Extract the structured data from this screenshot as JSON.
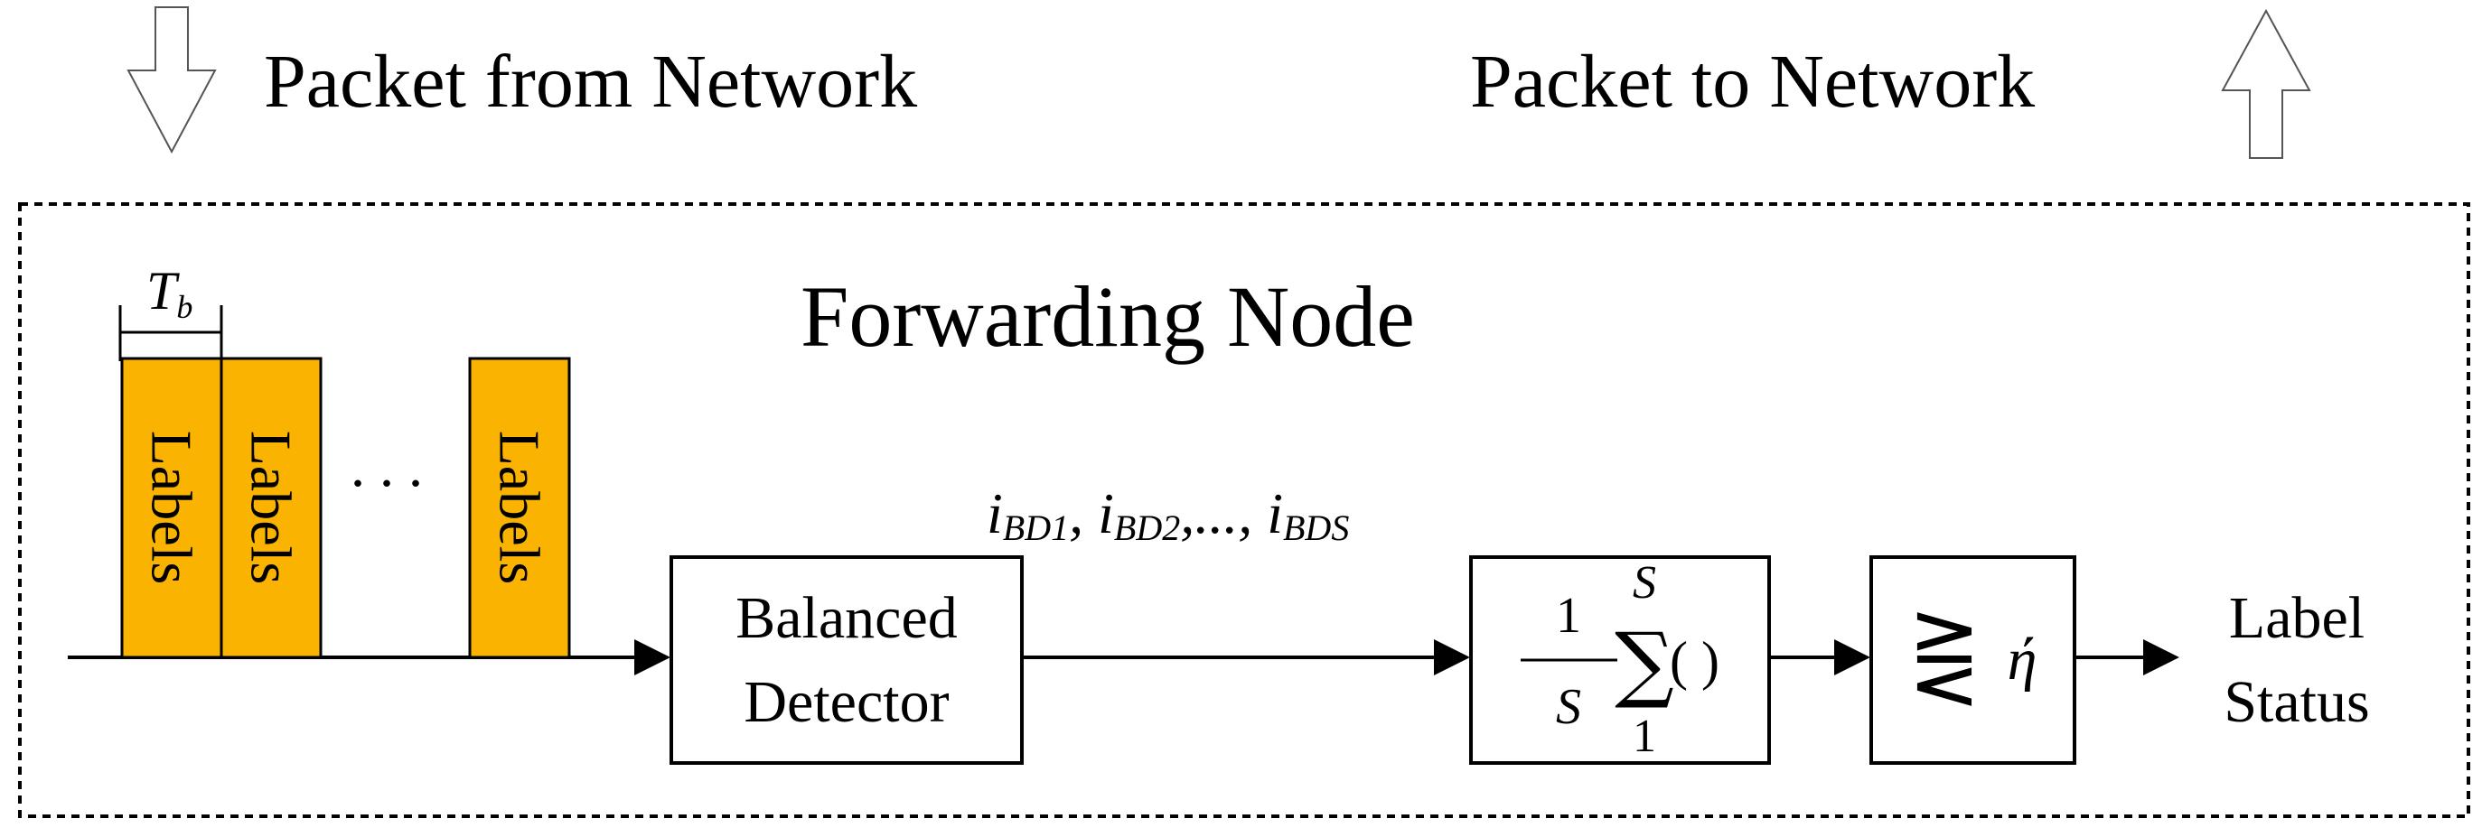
{
  "header": {
    "incoming_label": "Packet from Network",
    "outgoing_label": "Packet to Network"
  },
  "node": {
    "title": "Forwarding Node"
  },
  "packet": {
    "bit_period_symbol": "T",
    "bit_period_subscript": "b",
    "label_text": "Labels",
    "ellipsis": ". . ."
  },
  "detector": {
    "line1": "Balanced",
    "line2": "Detector"
  },
  "signals": {
    "i1": "i",
    "i1_sub": "BD1",
    "sep1": ", ",
    "i2": "i",
    "i2_sub": "BD2",
    "sep2": ",..., ",
    "iS": "i",
    "iS_sub": "BDS"
  },
  "averager": {
    "numerator": "1",
    "denominator": "S",
    "upper_limit": "S",
    "sum_symbol": "∑",
    "argument": "( )",
    "lower_limit": "1"
  },
  "comparator": {
    "symbol": "⋛",
    "threshold": "ή"
  },
  "output": {
    "line1": "Label",
    "line2": "Status"
  },
  "colors": {
    "label_fill": "#f9b300",
    "stroke": "#000000"
  }
}
